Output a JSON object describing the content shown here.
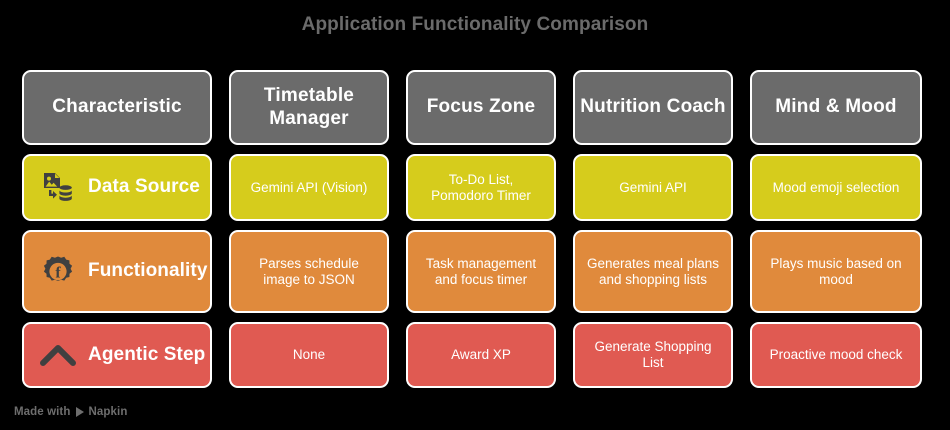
{
  "title": "Application Functionality Comparison",
  "colors": {
    "background": "#000000",
    "title_text": "#6b6b6b",
    "header_bg": "#6b6b6b",
    "row_data_source_bg": "#d6cc1c",
    "row_functionality_bg": "#e08a3c",
    "row_agentic_step_bg": "#e05a52",
    "cell_border": "#ffffff",
    "cell_text": "#ffffff",
    "icon_fill": "#404040",
    "watermark_text": "#6e6e6e"
  },
  "table": {
    "headers": [
      "Characteristic",
      "Timetable Manager",
      "Focus Zone",
      "Nutrition Coach",
      "Mind & Mood"
    ],
    "rows": [
      {
        "label": "Data Source",
        "icon": "image-to-database-icon",
        "cells": [
          "Gemini API (Vision)",
          "To-Do List, Pomodoro Timer",
          "Gemini API",
          "Mood emoji selection"
        ]
      },
      {
        "label": "Functionality",
        "icon": "gear-f-icon",
        "cells": [
          "Parses schedule image to JSON",
          "Task management and focus timer",
          "Generates meal plans and shopping lists",
          "Plays music based on mood"
        ]
      },
      {
        "label": "Agentic Step",
        "icon": "chevron-up-icon",
        "cells": [
          "None",
          "Award XP",
          "Generate Shopping List",
          "Proactive mood check"
        ]
      }
    ]
  },
  "watermark": {
    "prefix": "Made with",
    "brand": "Napkin",
    "glyph": "play-triangle-icon"
  }
}
